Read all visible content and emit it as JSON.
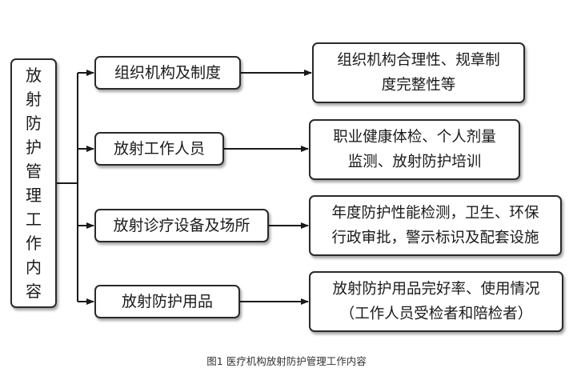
{
  "root": {
    "chars": [
      "放",
      "射",
      "防",
      "护",
      "管",
      "理",
      "工",
      "作",
      "内",
      "容"
    ]
  },
  "branches": [
    {
      "label": "组织机构及制度",
      "detail_lines": [
        "组织机构合理性、规章制",
        "度完整性等"
      ]
    },
    {
      "label": "放射工作人员",
      "detail_lines": [
        "职业健康体检、个人剂量",
        "监测、放射防护培训"
      ]
    },
    {
      "label": "放射诊疗设备及场所",
      "detail_lines": [
        "年度防护性能检测，卫生、环保",
        "行政审批，警示标识及配套设施"
      ]
    },
    {
      "label": "放射防护用品",
      "detail_lines": [
        "放射防护用品完好率、使用情况",
        "（工作人员受检者和陪检者）"
      ]
    }
  ],
  "caption": "图1 医疗机构放射防护管理工作内容"
}
